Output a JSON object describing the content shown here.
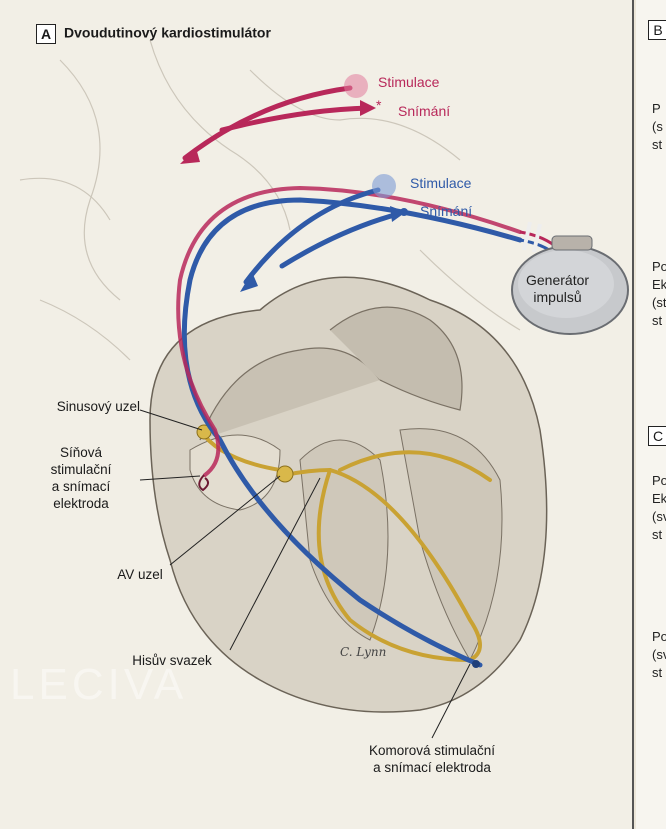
{
  "panel_a": {
    "letter": "A",
    "title": "Dvoudutinový kardiostimulátor"
  },
  "panel_b": {
    "letter": "B"
  },
  "panel_c": {
    "letter": "C"
  },
  "legend": {
    "atrial_stim": "Stimulace",
    "atrial_sense": "Snímání",
    "atrial_sense_marker": "*",
    "ventricular_stim": "Stimulace",
    "ventricular_sense": "Snímání"
  },
  "generator": {
    "line1": "Generátor",
    "line2": "impulsů"
  },
  "labels": {
    "sinus_node": "Sinusový uzel",
    "atrial_lead_1": "Síňová",
    "atrial_lead_2": "stimulační",
    "atrial_lead_3": "a snímací",
    "atrial_lead_4": "elektroda",
    "av_node": "AV uzel",
    "his_bundle": "Hisův svazek",
    "ventricular_lead_1": "Komorová stimulační",
    "ventricular_lead_2": "a snímací elektroda"
  },
  "right_fragments": {
    "b1": "P\n(s\nst",
    "b2": "Po\nEk\n(st\nst",
    "c1": "Po\nEk\n(sv\nst",
    "c2": "Po\n(sv\nst"
  },
  "signature": "C. Lynn",
  "watermark": "LECIVA",
  "colors": {
    "atrial_red": "#b8285a",
    "ventricular_blue": "#2f5aa8",
    "conduction_yellow": "#c9a233",
    "heart_tissue": "#d9d3c6"
  }
}
